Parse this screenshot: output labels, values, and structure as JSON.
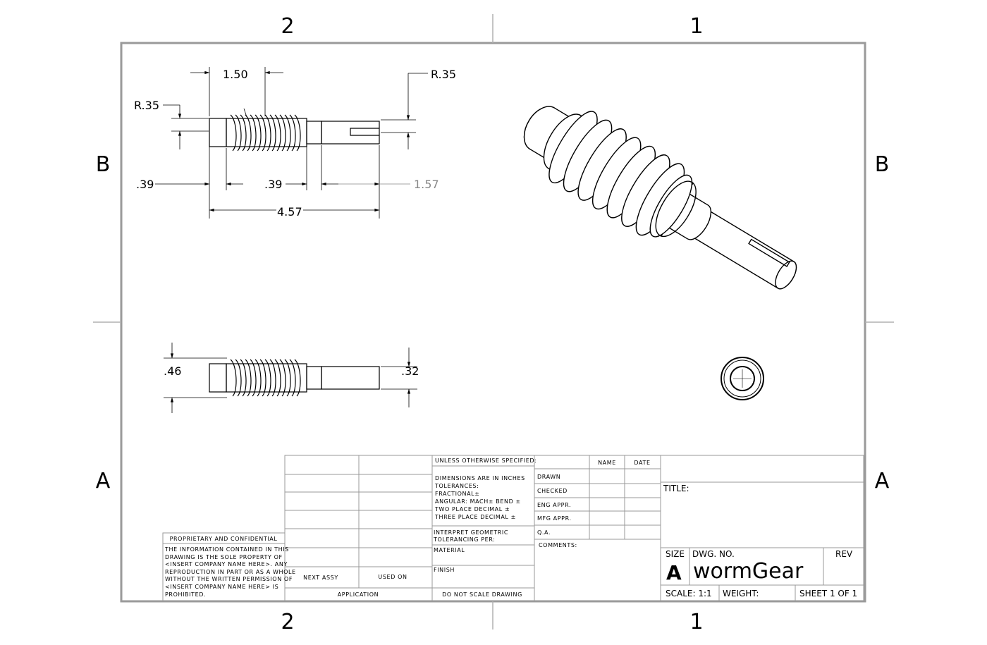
{
  "zones": {
    "top": [
      "2",
      "1"
    ],
    "bottom": [
      "2",
      "1"
    ],
    "left": [
      "B",
      "A"
    ],
    "right": [
      "B",
      "A"
    ]
  },
  "dimensions": {
    "front_view": {
      "d_1_50": "1.50",
      "r_left": "R.35",
      "r_right": "R.35",
      "d_39_left": ".39",
      "d_39_mid": ".39",
      "d_1_57": "1.57",
      "d_4_57": "4.57"
    },
    "top_view": {
      "d_46": ".46",
      "d_32": ".32"
    }
  },
  "proprietary": {
    "heading": "PROPRIETARY AND CONFIDENTIAL",
    "lines": [
      "THE INFORMATION CONTAINED IN THIS",
      "DRAWING IS THE SOLE PROPERTY OF",
      "<INSERT COMPANY NAME HERE>. ANY",
      "REPRODUCTION IN PART OR AS A WHOLE",
      "WITHOUT THE WRITTEN PERMISSION OF",
      "<INSERT COMPANY NAME HERE> IS",
      "PROHIBITED."
    ]
  },
  "application_block": {
    "next_assy": "NEXT ASSY",
    "used_on": "USED ON",
    "application": "APPLICATION"
  },
  "tolerance_block": {
    "unless": "UNLESS OTHERWISE SPECIFIED:",
    "lines": [
      "DIMENSIONS ARE IN INCHES",
      "TOLERANCES:",
      "FRACTIONAL±",
      "ANGULAR: MACH±     BEND ±",
      "TWO PLACE DECIMAL    ±",
      "THREE PLACE DECIMAL  ±"
    ],
    "interpret_1": "INTERPRET GEOMETRIC",
    "interpret_2": "TOLERANCING PER:",
    "material": "MATERIAL",
    "finish": "FINISH",
    "do_not_scale": "DO NOT SCALE DRAWING"
  },
  "approval_block": {
    "name_header": "NAME",
    "date_header": "DATE",
    "rows": [
      "DRAWN",
      "CHECKED",
      "ENG APPR.",
      "MFG APPR.",
      "Q.A."
    ],
    "comments": "COMMENTS:"
  },
  "title_block": {
    "title_label": "TITLE:",
    "size_label": "SIZE",
    "size_value": "A",
    "dwg_no_label": "DWG.  NO.",
    "dwg_no_value": "wormGear",
    "rev_label": "REV",
    "scale": "SCALE: 1:1",
    "weight": "WEIGHT:",
    "sheet": "SHEET 1 OF 1"
  }
}
